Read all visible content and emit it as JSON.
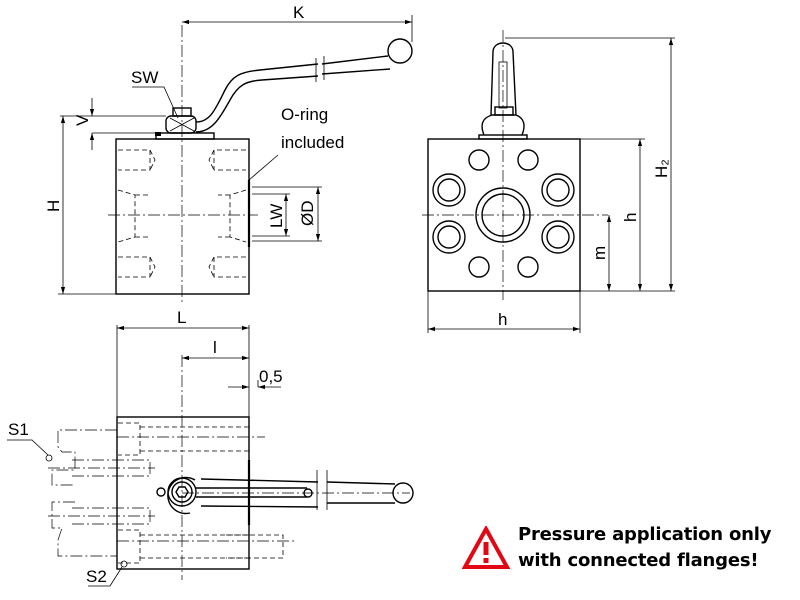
{
  "labels": {
    "K": "K",
    "SW": "SW",
    "V": "V",
    "H": "H",
    "oring_line1": "O-ring",
    "oring_line2": "included",
    "LW": "LW",
    "D": "ØD",
    "H2": "H₂",
    "h_vertical": "h",
    "m": "m",
    "h_horizontal": "h",
    "L": "L",
    "l": "l",
    "gap": "0,5",
    "S1": "S1",
    "S2": "S2"
  },
  "warning": {
    "icon": "warning-triangle-icon",
    "color": "#e30613",
    "line1": "Pressure application only",
    "line2": "with connected flanges!"
  }
}
